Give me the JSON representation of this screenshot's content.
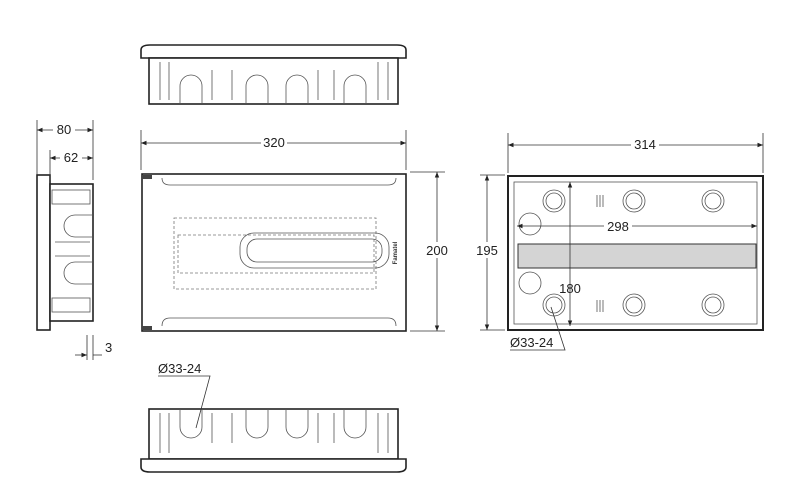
{
  "dimensions": {
    "front_width": "320",
    "front_height": "200",
    "back_width": "314",
    "back_height": "195",
    "rail_length": "298",
    "hole_spacing": "180",
    "side_depth_total": "80",
    "side_depth_body": "62",
    "flange": "3",
    "knockout_back": "Ø33-24",
    "knockout_bottom": "Ø33-24"
  },
  "brand": "Famatel"
}
